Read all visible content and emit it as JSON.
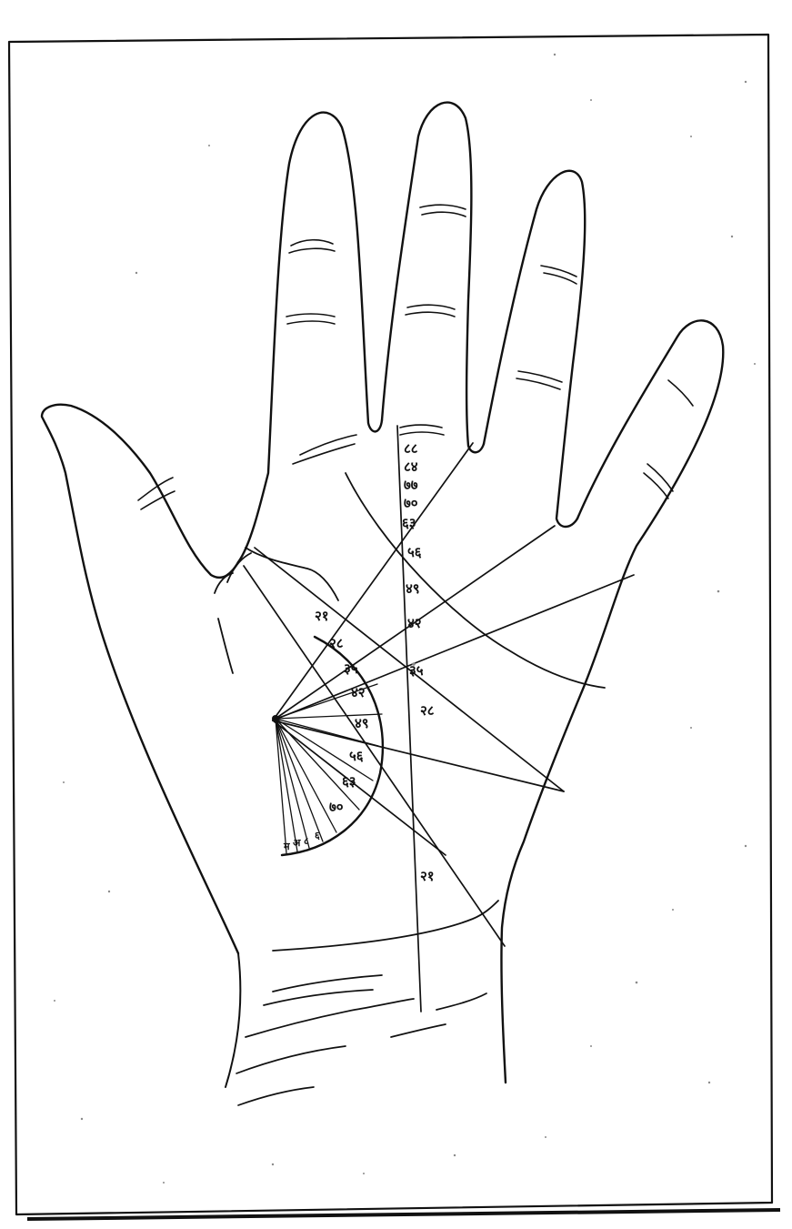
{
  "palm_chart": {
    "vertical_scale_labels": [
      "८८",
      "८४",
      "७७",
      "७०",
      "६३",
      "५६",
      "४९",
      "४२",
      "३५",
      "२८",
      "२१"
    ],
    "arc_labels": [
      "२१",
      "२८",
      "३५",
      "४२",
      "४९",
      "५६",
      "६३",
      "७०"
    ],
    "base_marks": [
      "म",
      "अ",
      "८",
      "६"
    ]
  },
  "colors": {
    "ink": "#111111",
    "paper": "#ffffff",
    "speckle": "#8a8a8a"
  }
}
